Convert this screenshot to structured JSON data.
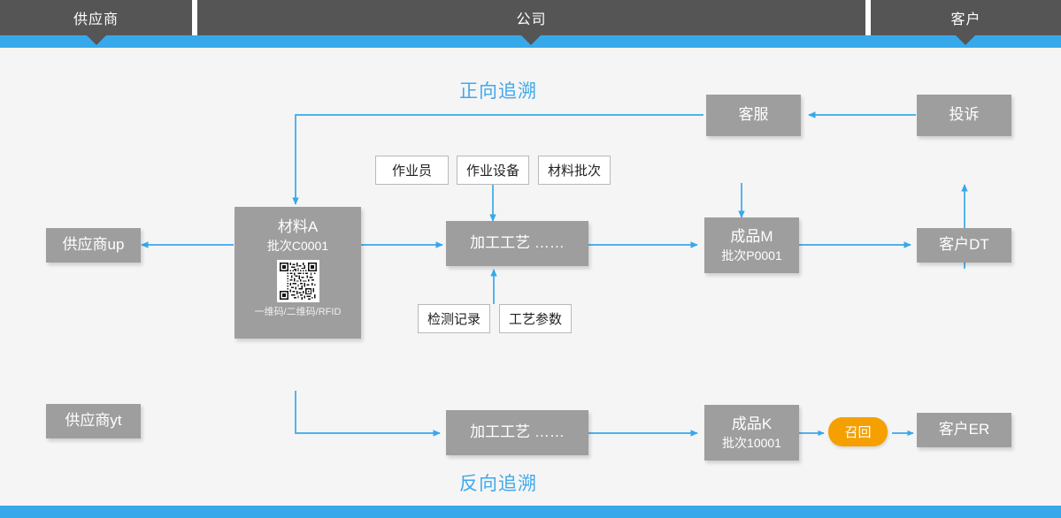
{
  "lanes": [
    {
      "id": "supplier",
      "label": "供应商"
    },
    {
      "id": "company",
      "label": "公司"
    },
    {
      "id": "customer",
      "label": "客户"
    }
  ],
  "section_titles": {
    "forward": "正向追溯",
    "reverse": "反向追溯"
  },
  "colors": {
    "lane_bar": "#555555",
    "accent_blue": "#37a8ea",
    "title_blue": "#41a9ea",
    "node_gray": "#9e9e9e",
    "recall_orange": "#f5a000",
    "canvas_bg": "#f5f5f5"
  },
  "nodes": {
    "supplier_up": {
      "title": "供应商up"
    },
    "supplier_yt": {
      "title": "供应商yt"
    },
    "material_a": {
      "title": "材料A",
      "batch": "批次C0001",
      "caption": "一维码/二维码/RFID",
      "code_icon": "qr-code"
    },
    "process_top": {
      "title": "加工工艺  ……"
    },
    "process_bottom": {
      "title": "加工工艺  ……"
    },
    "product_m": {
      "title": "成品M",
      "batch": "批次P0001"
    },
    "product_k": {
      "title": "成品K",
      "batch": "批次10001"
    },
    "customer_dt": {
      "title": "客户DT"
    },
    "customer_er": {
      "title": "客户ER"
    },
    "service": {
      "title": "客服"
    },
    "complaint": {
      "title": "投诉"
    },
    "recall": {
      "title": "召回"
    }
  },
  "attributes": {
    "operator": "作业员",
    "equipment": "作业设备",
    "material_lot": "材料批次",
    "test_record": "检测记录",
    "process_param": "工艺参数"
  }
}
